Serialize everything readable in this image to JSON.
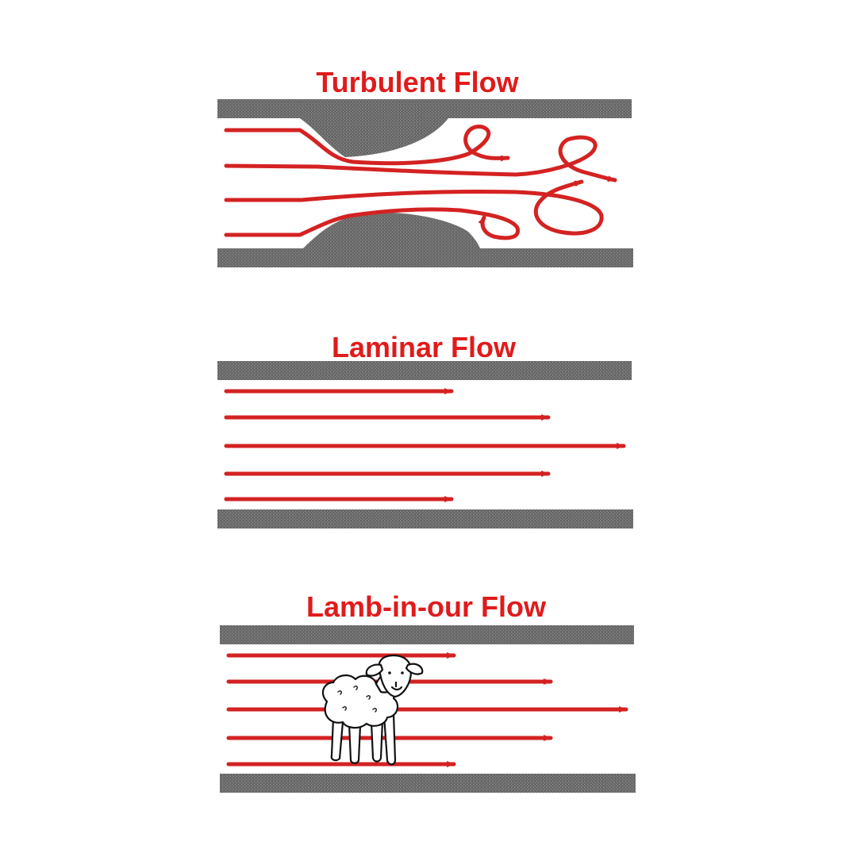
{
  "colors": {
    "flow": "#d42222",
    "wall": "#6b6b6b",
    "title": "#e01b1b",
    "background": "#ffffff"
  },
  "panels": {
    "turbulent": {
      "title": "Turbulent Flow"
    },
    "laminar": {
      "title": "Laminar Flow"
    },
    "lamb": {
      "title": "Lamb-in-our Flow",
      "figure_icon": "lamb-icon"
    }
  }
}
